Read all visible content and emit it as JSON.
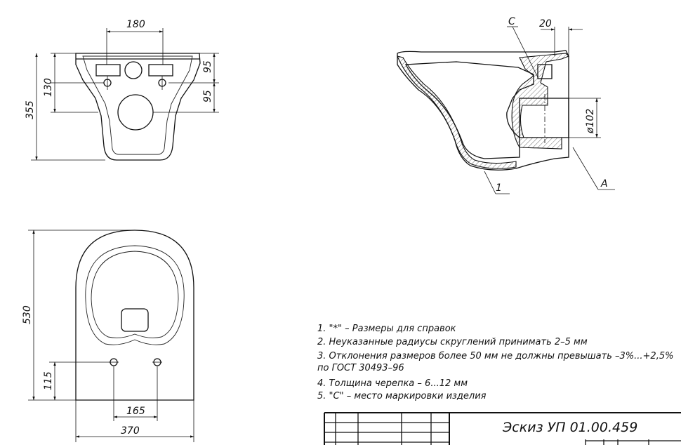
{
  "front_view": {
    "dim_width": "180",
    "dim_upper": "95",
    "dim_lower": "95",
    "dim_holes": "130",
    "dim_height": "355"
  },
  "section_view": {
    "label_c": "C",
    "dim_top": "20",
    "dim_diameter": "ø102",
    "callout_1": "1",
    "callout_a": "A"
  },
  "top_view": {
    "dim_length": "530",
    "dim_rear": "115",
    "dim_holes": "165",
    "dim_width": "370"
  },
  "notes": [
    "1. \"*\" – Размеры для справок",
    "2. Неуказанные радиусы скруглений принимать 2–5 мм",
    "3. Отклонения размеров более 50 мм не должны превышать –3%...+2,5%",
    "по ГОСТ 30493–96",
    "4. Толщина черепка – 6...12 мм",
    "5. \"С\" – место маркировки изделия"
  ],
  "title_block": {
    "designation": "Эскиз УП 01.00.459"
  }
}
